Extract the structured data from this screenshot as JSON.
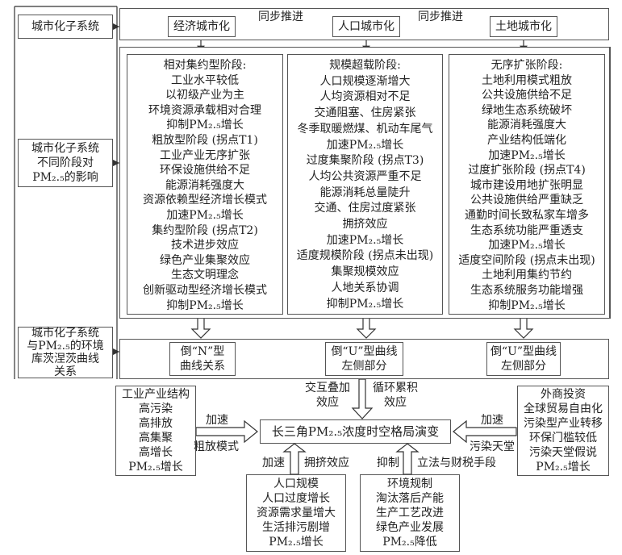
{
  "left": {
    "subsystem": "城市化子系统",
    "impact": [
      "城市化子系统",
      "不同阶段对",
      "PM₂.₅的影响"
    ],
    "ekc": [
      "城市化子系统",
      "与PM₂.₅的环境",
      "库茨涅茨曲线",
      "关系"
    ]
  },
  "top": {
    "economic": "经济城市化",
    "population": "人口城市化",
    "land": "土地城市化",
    "sync1": "同步推进",
    "sync2": "同步推进"
  },
  "columns": [
    [
      "相对集约型阶段:",
      "工业水平较低",
      "以初级产业为主",
      "环境资源承载相对合理",
      "抑制PM₂.₅增长",
      "粗放型阶段 (拐点T1)",
      "工业产业无序扩张",
      "环保设施供给不足",
      "能源消耗强度大",
      "资源依赖型经济增长模式",
      "加速PM₂.₅增长",
      "集约型阶段 (拐点T2)",
      "技术进步效应",
      "绿色产业集聚效应",
      "生态文明理念",
      "创新驱动型经济增长模式",
      "抑制PM₂.₅增长"
    ],
    [
      "规模超载阶段:",
      "人口规模逐渐增大",
      "人均资源相对不足",
      "交通阻塞、住房紧张",
      "冬季取暖燃煤、机动车尾气",
      "加速PM₂.₅增长",
      "过度集聚阶段 (拐点T3)",
      "人均公共资源严重不足",
      "能源消耗总量陡升",
      "交通、住房过度紧张",
      "拥挤效应",
      "加速PM₂.₅增长",
      "适度规模阶段 (拐点未出现)",
      "集聚规模效应",
      "人地关系协调",
      "抑制PM₂.₅增长"
    ],
    [
      "无序扩张阶段:",
      "土地利用模式粗放",
      "公共设施供给不足",
      "绿地生态系统破坏",
      "能源消耗强度大",
      "产业结构低端化",
      "加速PM₂.₅增长",
      "过度扩张阶段 (拐点T4)",
      "城市建设用地扩张明显",
      "公共设施供给严重缺乏",
      "通勤时间长致私家车增多",
      "生态系统功能严重透支",
      "加速PM₂.₅增长",
      "适度空间阶段 (拐点未出现)",
      "土地利用集约节约",
      "生态系统服务功能增强",
      "抑制PM₂.₅增长"
    ]
  ],
  "curves": [
    [
      "倒“N”型",
      "曲线关系"
    ],
    [
      "倒“U”型曲线",
      "左侧部分"
    ],
    [
      "倒“U”型曲线",
      "左侧部分"
    ]
  ],
  "effects": {
    "left": [
      "交互叠加",
      "效应"
    ],
    "right": [
      "循环累积",
      "效应"
    ]
  },
  "center": "长三角PM₂.₅浓度时空格局演变",
  "industry": {
    "lines": [
      "工业产业结构",
      "高污染",
      "高排放",
      "高集聚",
      "高增长",
      "PM₂.₅增长"
    ],
    "arrow_top": "加速",
    "arrow_bottom": "粗放模式"
  },
  "foreign": {
    "lines": [
      "外商投资",
      "全球贸易自由化",
      "污染型产业转移",
      "环保门槛较低",
      "污染天堂假说",
      "PM₂.₅增长"
    ],
    "arrow_top": "加速",
    "arrow_bottom": "污染天堂"
  },
  "population": {
    "lines": [
      "人口规模",
      "人口过度增长",
      "资源需求量增大",
      "生活排污剧增",
      "PM₂.₅增长"
    ],
    "arrow_left": "加速",
    "arrow_right": "拥挤效应"
  },
  "regulation": {
    "lines": [
      "环境规制",
      "淘汰落后产能",
      "生产工艺改进",
      "绿色产业发展",
      "PM₂.₅降低"
    ],
    "arrow_left": "抑制",
    "arrow_right": "立法与财税手段"
  }
}
